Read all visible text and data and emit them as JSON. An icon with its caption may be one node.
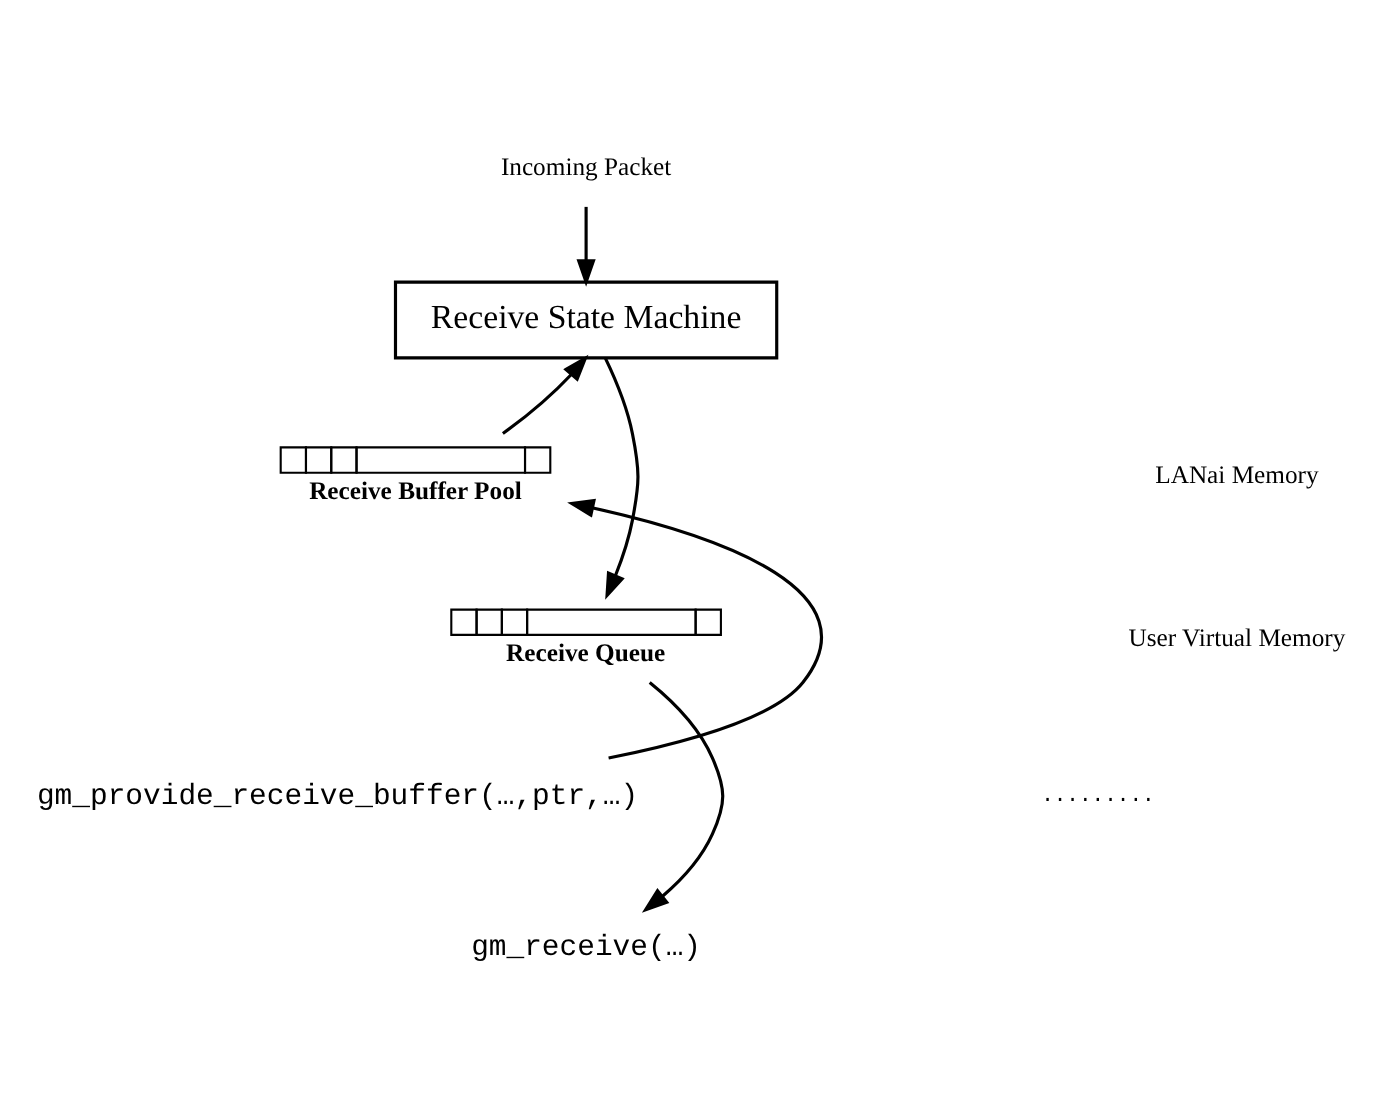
{
  "diagram": {
    "nodes": [
      {
        "text": [
          "Incoming Packet"
        ]
      },
      {
        "text": [
          "Receive State Machine"
        ]
      },
      {
        "text": [
          "Receive Buffer Pool"
        ]
      },
      {
        "text": [
          "Receive Queue"
        ]
      },
      {
        "text": [
          "gm_provide_receive_buffer(…,ptr,…)"
        ]
      },
      {
        "text": [
          "gm_receive(…)"
        ]
      }
    ],
    "edges": [
      {
        "from": 0,
        "to": 1,
        "arrow": "to"
      },
      {
        "from": 2,
        "to": 1,
        "arrow": "to"
      },
      {
        "from": 1,
        "to": 3,
        "arrow": "to"
      },
      {
        "from": 4,
        "to": 2,
        "arrow": "to"
      },
      {
        "from": 3,
        "to": 5,
        "arrow": "to"
      }
    ],
    "labels": [
      "LANai Memory",
      "User Virtual Memory",
      "........."
    ]
  }
}
